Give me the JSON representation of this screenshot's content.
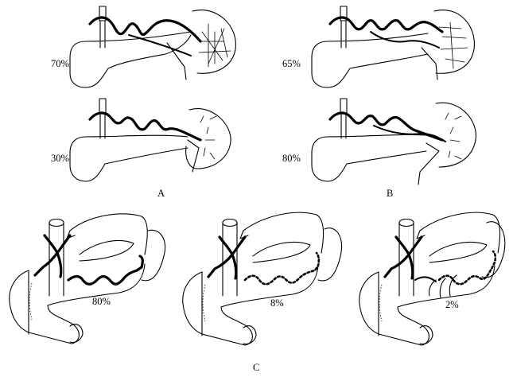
{
  "panel_a": {
    "label": "A",
    "top_pct": "70%",
    "bottom_pct": "30%"
  },
  "panel_b": {
    "label": "B",
    "top_pct": "65%",
    "bottom_pct": "80%"
  },
  "panel_c": {
    "label": "C",
    "left_pct": "80%",
    "middle_pct": "8%",
    "right_pct": "2%"
  }
}
